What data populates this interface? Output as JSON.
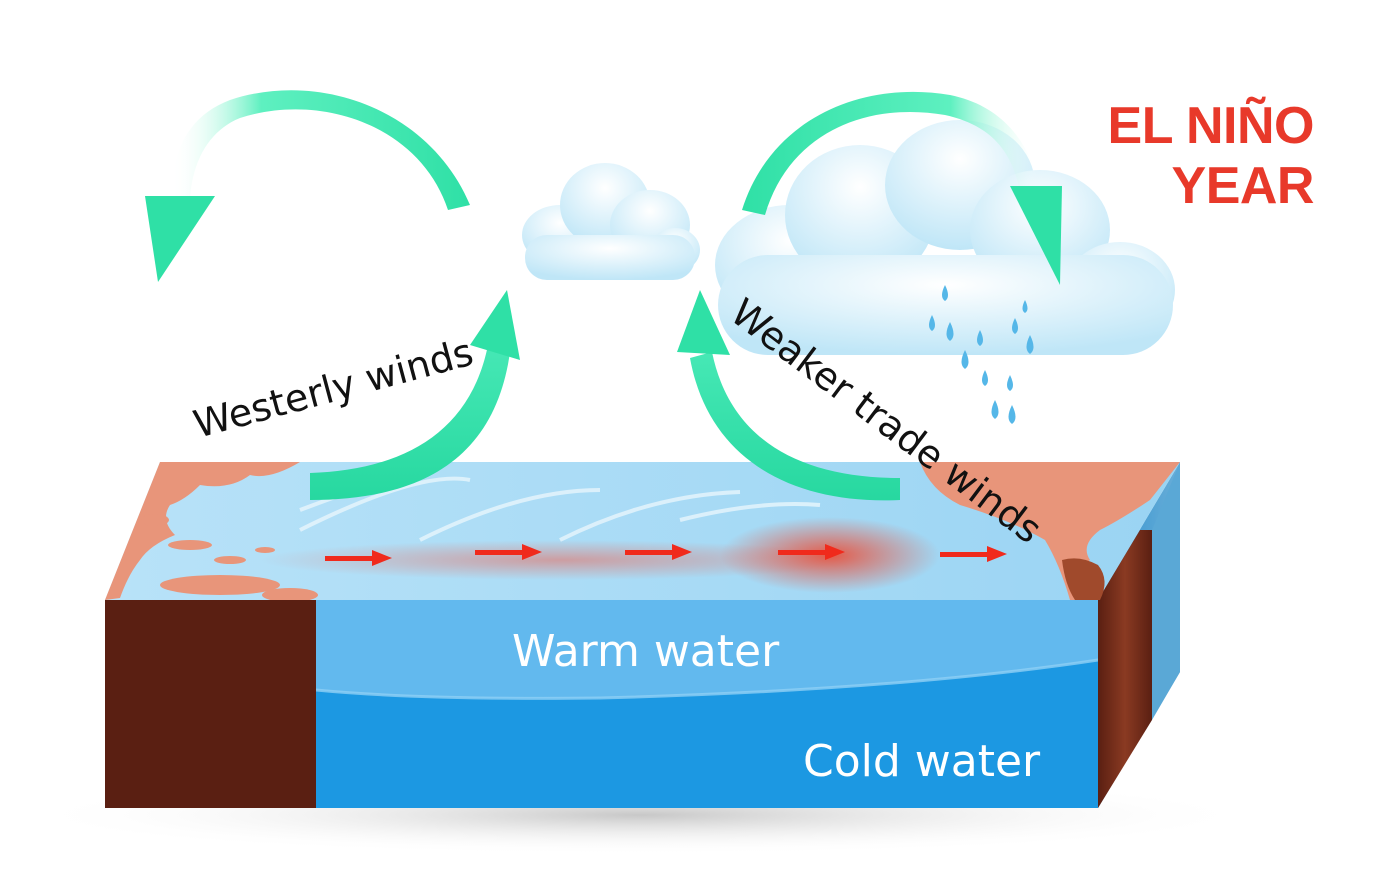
{
  "title": {
    "line1": "EL NIÑO",
    "line2": "YEAR"
  },
  "labels": {
    "westerly_winds": "Westerly winds",
    "trade_winds": "Weaker trade winds",
    "warm_water": "Warm water",
    "cold_water": "Cold water"
  },
  "colors": {
    "title": "#e8392a",
    "wind_arrow": "#2fe0a6",
    "land": "#e8957a",
    "cliff": "#5a1f12",
    "ocean_surface": "#a9ddf7",
    "warm_water": "#62b9ee",
    "cold_water": "#1c98e2",
    "current_arrow": "#f02a1c",
    "label_dark": "#111111",
    "label_light": "#ffffff"
  },
  "icons": [
    "cloud-icon",
    "rain-cloud-icon",
    "raindrop-icon",
    "wind-arrow-icon",
    "current-arrow-icon"
  ]
}
